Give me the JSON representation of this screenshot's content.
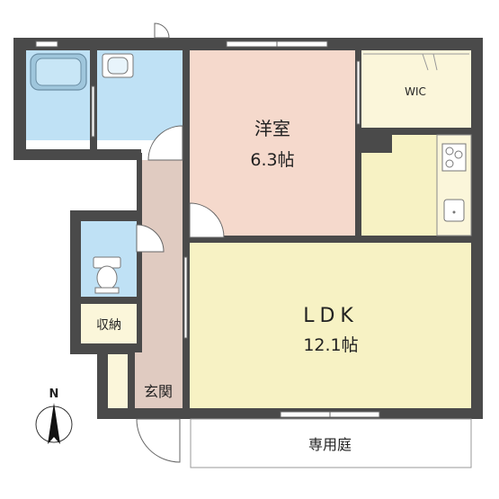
{
  "rooms": {
    "western": {
      "name": "洋室",
      "size": "6.3帖"
    },
    "wic": {
      "name": "WIC"
    },
    "ldk": {
      "name": "LDK",
      "size": "12.1帖"
    },
    "storage": {
      "name": "収納"
    },
    "entrance": {
      "name": "玄関"
    },
    "garden": {
      "name": "専用庭"
    }
  },
  "compass": {
    "label": "N"
  },
  "colors": {
    "wall": "#4a4a4a",
    "water": "#bfe1f5",
    "western": "#f5d9cc",
    "ldk": "#f7f2c4",
    "hall": "#e0cbc1",
    "closet": "#fbf6da",
    "fixture": "#9fc6dc"
  }
}
